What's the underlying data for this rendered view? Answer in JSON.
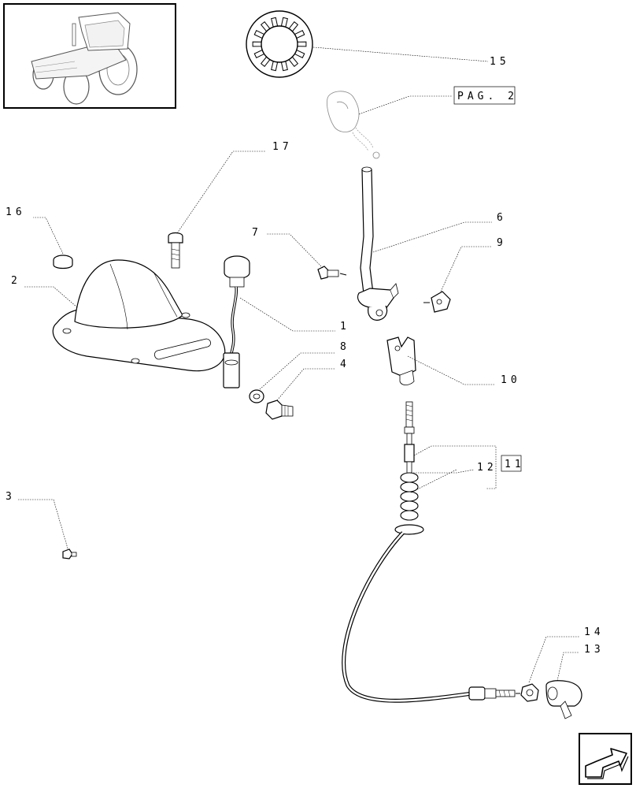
{
  "diagram": {
    "callouts": {
      "c15": "15",
      "pag": "PAG. 2",
      "c17": "17",
      "c16": "16",
      "c6": "6",
      "c7": "7",
      "c9": "9",
      "c2": "2",
      "c1": "1",
      "c8": "8",
      "c4": "4",
      "c10": "10",
      "c12": "12",
      "c11": "11",
      "c3": "3",
      "c14": "14",
      "c13": "13"
    },
    "icons": {
      "thumbnail": "tractor-icon",
      "nav": "arrow-icon"
    }
  }
}
